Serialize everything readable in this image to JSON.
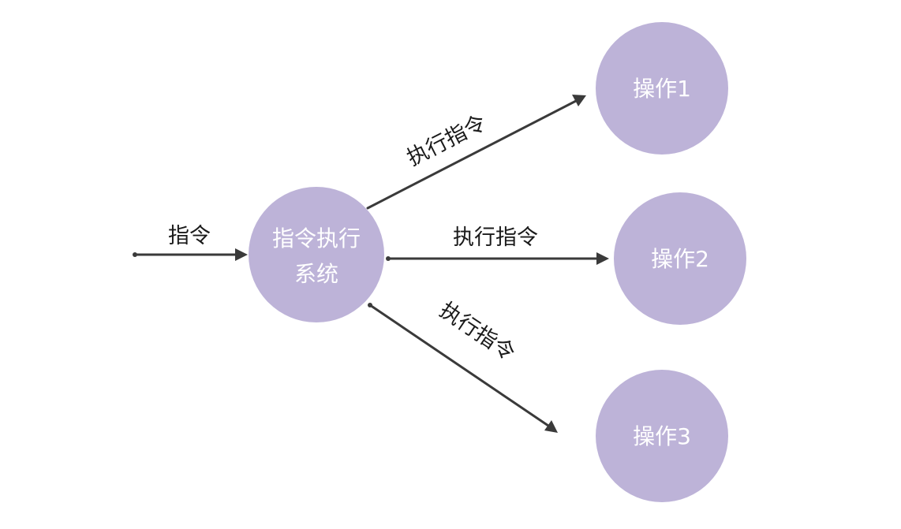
{
  "colors": {
    "node_fill": "#bdb3d8",
    "node_text": "#ffffff",
    "edge": "#3a3a3a",
    "edge_label": "#1a1a1a"
  },
  "nodes": {
    "system": {
      "line1": "指令执行",
      "line2": "系统"
    },
    "op1": {
      "label": "操作1"
    },
    "op2": {
      "label": "操作2"
    },
    "op3": {
      "label": "操作3"
    }
  },
  "edges": {
    "input": {
      "label": "指令"
    },
    "to_op1": {
      "label": "执行指令"
    },
    "to_op2": {
      "label": "执行指令"
    },
    "to_op3": {
      "label": "执行指令"
    }
  }
}
